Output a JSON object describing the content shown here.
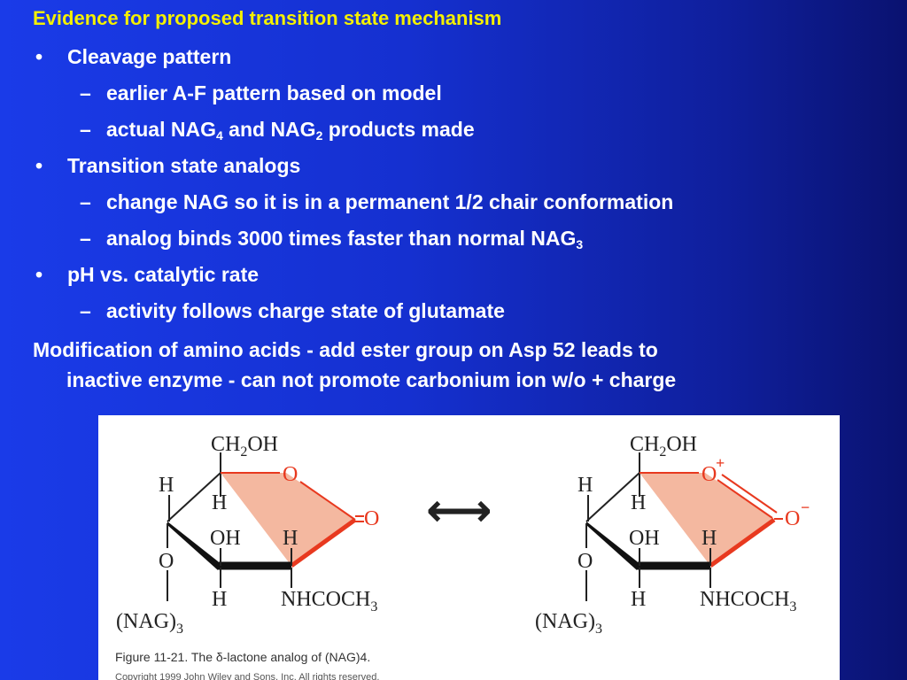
{
  "title": "Evidence for proposed transition state mechanism",
  "bullet_char": "•",
  "dash_char": "–",
  "items": {
    "b1": "Cleavage pattern",
    "b1s1": "earlier A-F pattern based on model",
    "b1s2_a": "actual NAG",
    "b1s2_sub1": "4",
    "b1s2_b": " and NAG",
    "b1s2_sub2": "2",
    "b1s2_c": " products made",
    "b2": "Transition state analogs",
    "b2s1": "change NAG so it is in a permanent 1/2 chair conformation",
    "b2s2_a": "analog binds 3000 times faster than normal NAG",
    "b2s2_sub": "3",
    "b3": "pH vs. catalytic rate",
    "b3s1": "activity follows charge state of glutamate"
  },
  "paragraph": {
    "line1": "Modification of amino acids - add ester group on Asp 52 leads to",
    "line2": "inactive enzyme - can not promote carbonium ion w/o + charge"
  },
  "figure": {
    "left": {
      "ch2oh": "CH",
      "ch2oh_sub": "2",
      "ch2oh_end": "OH",
      "ring_o": "O",
      "carbonyl_o": "O",
      "h_top_left": "H",
      "h_mid": "H",
      "oh": "OH",
      "h_right": "H",
      "o_link": "O",
      "h_bottom": "H",
      "nhcoch": "NHCOCH",
      "nhcoch_sub": "3",
      "nag": "(NAG)",
      "nag_sub": "3"
    },
    "right": {
      "ch2oh": "CH",
      "ch2oh_sub": "2",
      "ch2oh_end": "OH",
      "ring_o": "O",
      "ring_o_charge": "+",
      "carbonyl_o": "O",
      "carbonyl_charge": "−",
      "h_top_left": "H",
      "h_mid": "H",
      "oh": "OH",
      "h_right": "H",
      "o_link": "O",
      "h_bottom": "H",
      "nhcoch": "NHCOCH",
      "nhcoch_sub": "3",
      "nag": "(NAG)",
      "nag_sub": "3"
    },
    "resonance_arrow": "⟷",
    "caption": "Figure 11-21.  The δ-lactone analog of (NAG)4.",
    "copyright": "Copyright 1999 John Wiley and Sons, Inc. All rights reserved."
  },
  "colors": {
    "title": "#f4f000",
    "text": "#ffffff",
    "shade": "#f4b8a0",
    "red": "#e8391f"
  }
}
